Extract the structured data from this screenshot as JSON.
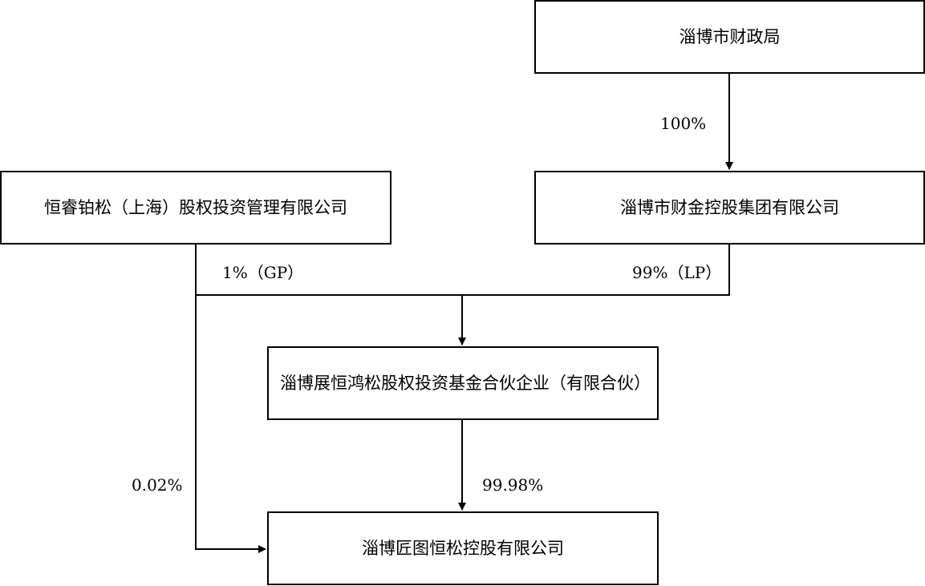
{
  "entities": {
    "finance_bureau": "淄博市财政局",
    "finance_group": "淄博市财金控股集团有限公司",
    "hengrui": "恒睿铂松（上海）股权投资管理有限公司",
    "fund": "淄博展恒鸿松股权投资基金合伙企业（有限合伙）",
    "target": "淄博匠图恒松控股有限公司"
  },
  "stakes": {
    "bureau_to_group": "100%",
    "hengrui_to_fund": "1%（GP）",
    "group_to_fund": "99%（LP）",
    "hengrui_to_target": "0.02%",
    "fund_to_target": "99.98%"
  }
}
